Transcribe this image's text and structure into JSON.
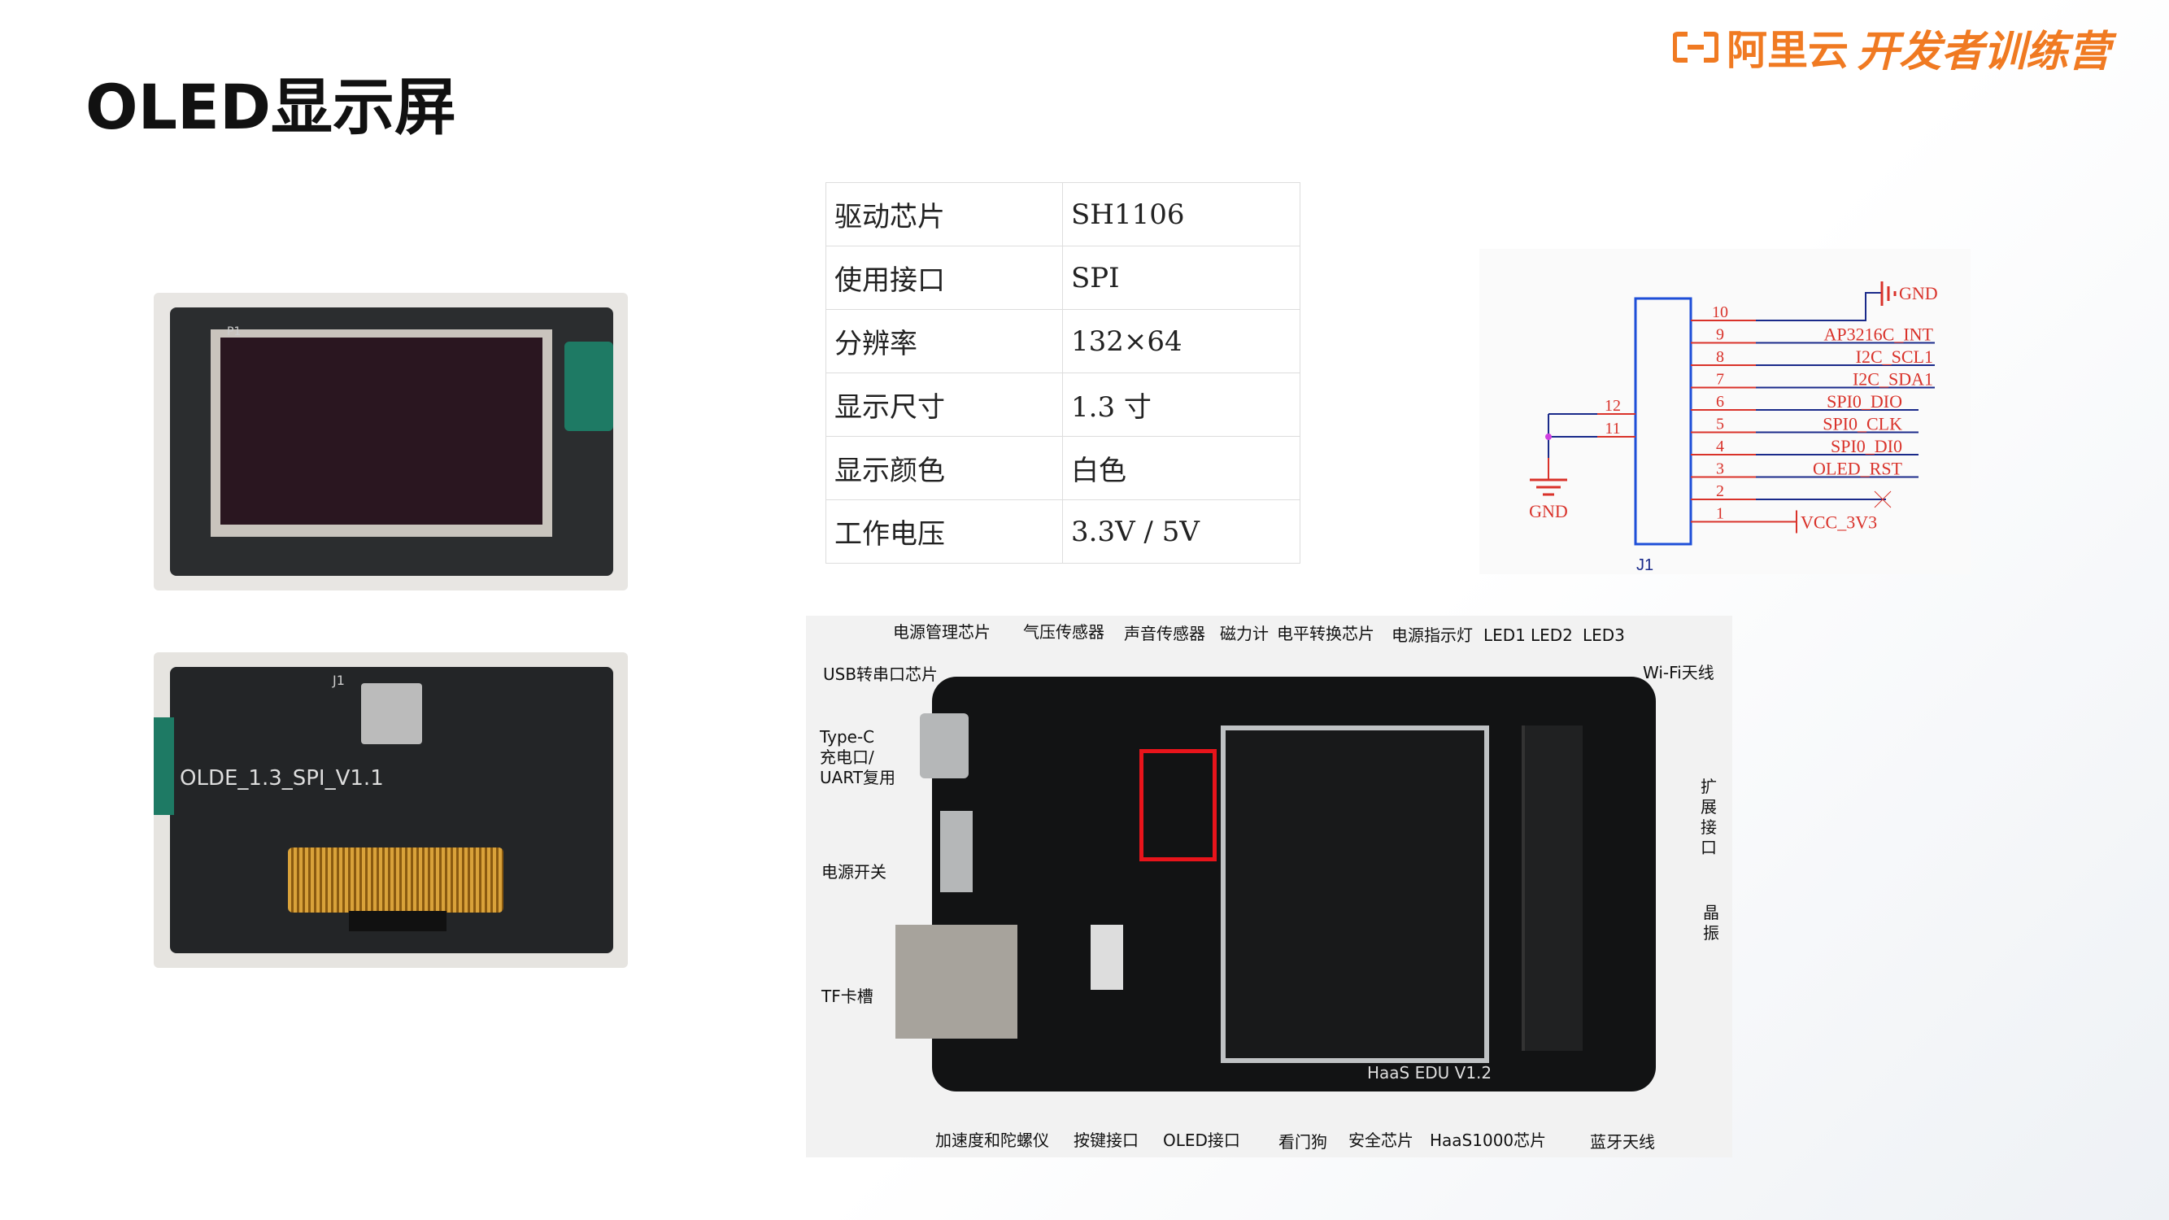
{
  "title": "OLED显示屏",
  "logo": {
    "brand": "阿里云",
    "program": "开发者训练营"
  },
  "photos": {
    "back_silkscreen": "OLDE_1.3_SPI_V1.1",
    "back_connector": "J1",
    "front_marker": "P1"
  },
  "specs": [
    {
      "label": "驱动芯片",
      "value": "SH1106"
    },
    {
      "label": "使用接口",
      "value": "SPI"
    },
    {
      "label": "分辨率",
      "value": "132×64"
    },
    {
      "label": "显示尺寸",
      "value": "1.3 寸"
    },
    {
      "label": "显示颜色",
      "value": "白色"
    },
    {
      "label": "工作电压",
      "value": "3.3V / 5V"
    }
  ],
  "schematic": {
    "ref": "J1",
    "gnd_top": "GND",
    "gnd_left": "GND",
    "pins": [
      {
        "num": "10",
        "net": ""
      },
      {
        "num": "9",
        "net": "AP3216C_INT"
      },
      {
        "num": "8",
        "net": "I2C_SCL1"
      },
      {
        "num": "7",
        "net": "I2C_SDA1"
      },
      {
        "num": "6",
        "net": "SPI0_DIO"
      },
      {
        "num": "5",
        "net": "SPI0_CLK"
      },
      {
        "num": "4",
        "net": "SPI0_DI0"
      },
      {
        "num": "3",
        "net": "OLED_RST"
      },
      {
        "num": "2",
        "net": ""
      },
      {
        "num": "1",
        "net": "VCC_3V3"
      }
    ],
    "left_pins": [
      "12",
      "11"
    ]
  },
  "board": {
    "silkscreen": "HaaS EDU V1.2",
    "highlight_color": "#e8141b",
    "labels": {
      "power_mgmt": "电源管理芯片",
      "pressure": "气压传感器",
      "sound": "声音传感器",
      "magnetometer": "磁力计",
      "level_shift": "电平转换芯片",
      "power_led": "电源指示灯",
      "led1": "LED1",
      "led2": "LED2",
      "led3": "LED3",
      "wifi": "Wi-Fi天线",
      "usb_uart": "USB转串口芯片",
      "typec": "Type-C\n充电口/\nUART复用",
      "power_switch": "电源开关",
      "tf": "TF卡槽",
      "expansion": "扩展接口",
      "crystal": "晶振",
      "accel": "加速度和陀螺仪",
      "key": "按键接口",
      "oled": "OLED接口",
      "watchdog": "看门狗",
      "security": "安全芯片",
      "haas1000": "HaaS1000芯片",
      "bt": "蓝牙天线"
    }
  }
}
